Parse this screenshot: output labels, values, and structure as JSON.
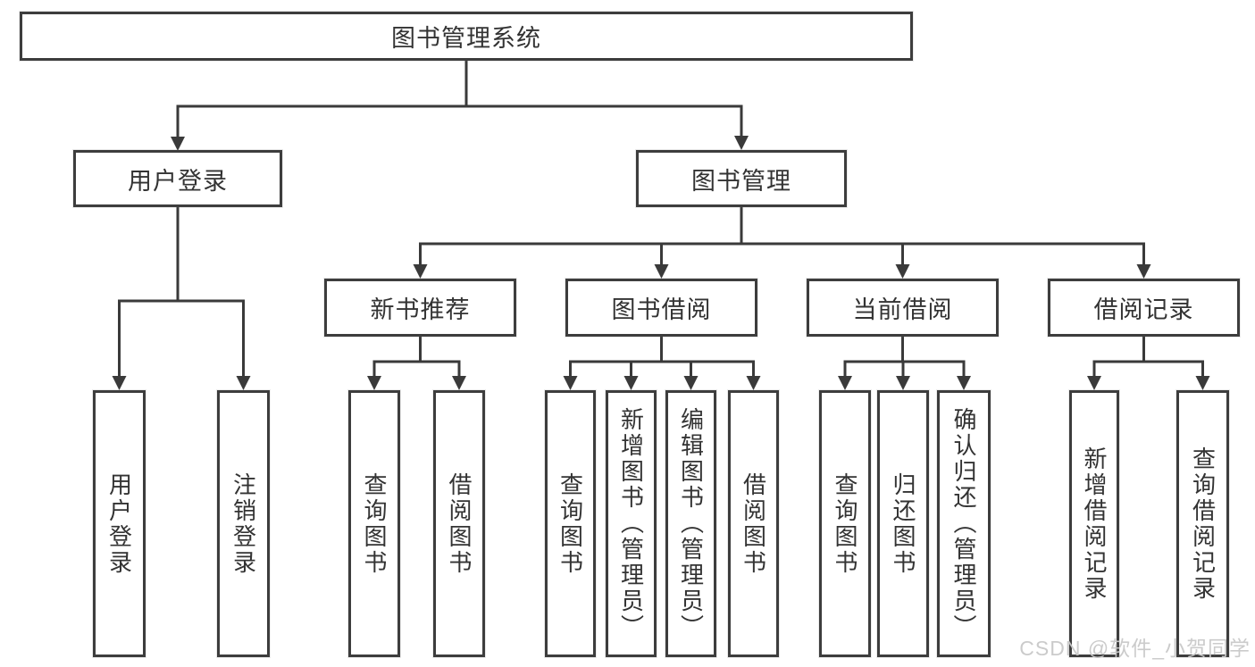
{
  "diagram": {
    "root": {
      "label": "图书管理系统"
    },
    "level2": [
      {
        "label": "用户登录"
      },
      {
        "label": "图书管理"
      }
    ],
    "level3": [
      {
        "label": "新书推荐"
      },
      {
        "label": "图书借阅"
      },
      {
        "label": "当前借阅"
      },
      {
        "label": "借阅记录"
      }
    ],
    "leaves": [
      {
        "label": "用户登录"
      },
      {
        "label": "注销登录"
      },
      {
        "label": "查询图书"
      },
      {
        "label": "借阅图书"
      },
      {
        "label": "查询图书"
      },
      {
        "label": "新增图书（管理员）"
      },
      {
        "label": "编辑图书（管理员）"
      },
      {
        "label": "借阅图书"
      },
      {
        "label": "查询图书"
      },
      {
        "label": "归还图书"
      },
      {
        "label": "确认归还（管理员）"
      },
      {
        "label": "新增借阅记录"
      },
      {
        "label": "查询借阅记录"
      }
    ]
  },
  "watermark": "CSDN @软件_小贺同学",
  "colors": {
    "line": "#3a3a3a",
    "border": "#3d3d3d",
    "text": "#333333",
    "watermark": "#c9c9c9",
    "background": "#ffffff"
  }
}
